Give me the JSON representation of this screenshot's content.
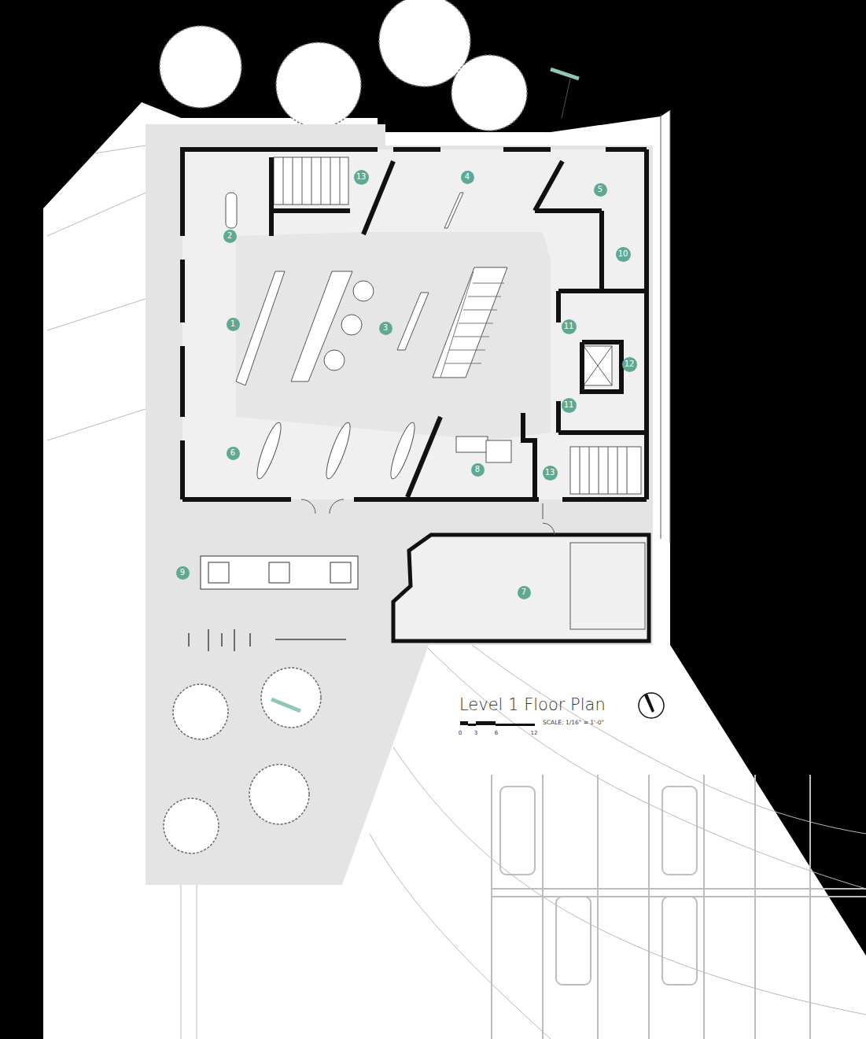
{
  "diagram": {
    "title": "Level 1 Floor Plan",
    "nodes": [
      {
        "text": [
          "13"
        ]
      },
      {
        "text": [
          "4"
        ]
      },
      {
        "text": [
          "5"
        ]
      },
      {
        "text": [
          "2"
        ]
      },
      {
        "text": [
          "10"
        ]
      },
      {
        "text": [
          "1"
        ]
      },
      {
        "text": [
          "3"
        ]
      },
      {
        "text": [
          "11"
        ]
      },
      {
        "text": [
          "12"
        ]
      },
      {
        "text": [
          "11"
        ]
      },
      {
        "text": [
          "6"
        ]
      },
      {
        "text": [
          "8"
        ]
      },
      {
        "text": [
          "13"
        ]
      },
      {
        "text": [
          "9"
        ]
      },
      {
        "text": [
          "7"
        ]
      }
    ],
    "labels": [
      "SCALE: 1/16\" = 1'-0\"",
      "0",
      "3",
      "6",
      "12"
    ]
  }
}
